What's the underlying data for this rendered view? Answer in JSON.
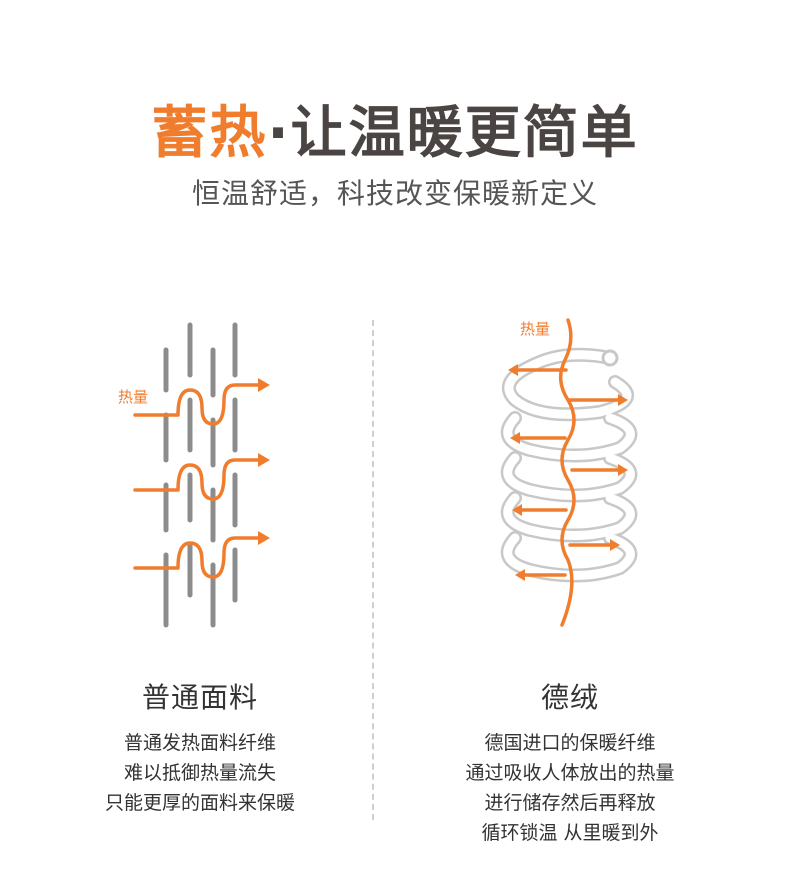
{
  "header": {
    "headline_accent": "蓄热",
    "headline_dot": "·",
    "headline_rest": "让温暖更简单",
    "subtitle": "恒温舒适，科技改变保暖新定义"
  },
  "left": {
    "heat_label": "热量",
    "title": "普通面料",
    "desc": [
      "普通发热面料纤维",
      "难以抵御热量流失",
      "只能更厚的面料来保暖"
    ]
  },
  "right": {
    "heat_label": "热量",
    "title": "德绒",
    "desc": [
      "德国进口的保暖纤维",
      "通过吸收人体放出的热量",
      "进行储存然后再释放",
      "循环锁温 从里暖到外"
    ]
  },
  "colors": {
    "accent": "#f07d2e",
    "dark_text": "#4a4442",
    "fiber_gray": "#8c8c8c",
    "coil_gray": "#c8c8c8"
  },
  "icons": [
    "heat-arrow-icon",
    "fiber-strand-icon",
    "coil-spring-icon"
  ]
}
